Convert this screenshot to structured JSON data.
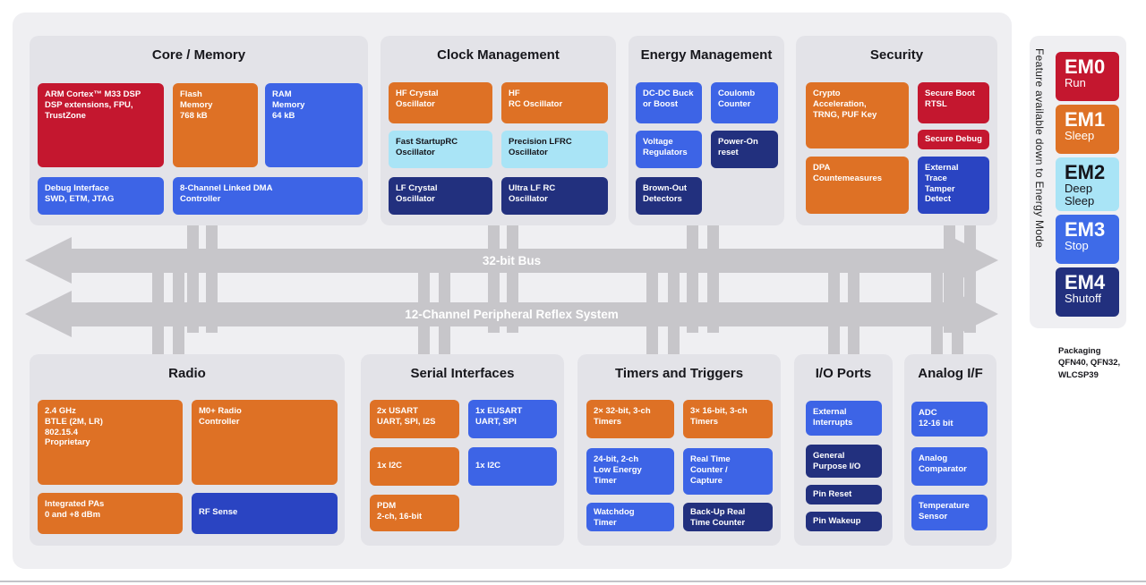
{
  "buses": {
    "bus1_label": "32-bit Bus",
    "bus2_label": "12-Channel Peripheral Reflex System"
  },
  "sections": {
    "core": {
      "title": "Core / Memory",
      "blocks": {
        "arm": "ARM Cortex™ M33 DSP\nDSP extensions, FPU,\nTrustZone",
        "flash": "Flash\nMemory\n768 kB",
        "ram": "RAM\nMemory\n64 kB",
        "debug": "Debug Interface\nSWD, ETM, JTAG",
        "dma": "8-Channel Linked DMA\nController"
      }
    },
    "clock": {
      "title": "Clock Management",
      "blocks": {
        "hfxo": "HF Crystal\nOscillator",
        "hfrco": "HF\nRC Oscillator",
        "fsrco": "Fast StartupRC\nOscillator",
        "plfrco": "Precision LFRC\nOscillator",
        "lfxo": "LF Crystal\nOscillator",
        "ulfrco": "Ultra LF RC\nOscillator"
      }
    },
    "energy": {
      "title": "Energy Management",
      "blocks": {
        "dcdc": "DC-DC Buck\nor Boost",
        "coulomb": "Coulomb\nCounter",
        "vreg": "Voltage\nRegulators",
        "por": "Power-On\nreset",
        "bod": "Brown-Out\nDetectors"
      }
    },
    "security": {
      "title": "Security",
      "blocks": {
        "crypto": "Crypto\nAcceleration,\nTRNG, PUF Key",
        "dpa": "DPA\nCountemeasures",
        "secboot": "Secure Boot\nRTSL",
        "secdebug": "Secure Debug",
        "trace": "External Trace\nTamper Detect"
      }
    },
    "radio": {
      "title": "Radio",
      "blocks": {
        "protocols": "2.4 GHz\nBTLE (2M, LR)\n802.15.4\nProprietary",
        "m0": "M0+ Radio\nController",
        "pa": "Integrated PAs\n0 and +8 dBm",
        "rfsense": "RF Sense"
      }
    },
    "serial": {
      "title": "Serial Interfaces",
      "blocks": {
        "usart": "2x USART\nUART, SPI, I2S",
        "eusart": "1x EUSART\nUART, SPI",
        "i2c1": "1x I2C",
        "i2c2": "1x I2C",
        "pdm": "PDM\n2-ch, 16-bit"
      }
    },
    "timers": {
      "title": "Timers and Triggers",
      "blocks": {
        "t32": "2× 32-bit, 3-ch\nTimers",
        "t16": "3× 16-bit, 3-ch\nTimers",
        "letimer": "24-bit, 2-ch\nLow Energy\nTimer",
        "rtcc": "Real Time\nCounter /\nCapture",
        "wdog": "Watchdog\nTimer",
        "burtc": "Back-Up Real\nTime Counter"
      }
    },
    "io": {
      "title": "I/O Ports",
      "blocks": {
        "extint": "External\nInterrupts",
        "gpio": "General\nPurpose I/O",
        "pinreset": "Pin Reset",
        "pinwake": "Pin Wakeup"
      }
    },
    "analog": {
      "title": "Analog I/F",
      "blocks": {
        "adc": "ADC\n12-16 bit",
        "comp": "Analog\nComparator",
        "temp": "Temperature\nSensor"
      }
    }
  },
  "energy_modes": {
    "strip_label": "Feature available down to Energy Mode",
    "items": [
      {
        "name": "EM0",
        "sub": "Run"
      },
      {
        "name": "EM1",
        "sub": "Sleep"
      },
      {
        "name": "EM2",
        "sub": "Deep\nSleep"
      },
      {
        "name": "EM3",
        "sub": "Stop"
      },
      {
        "name": "EM4",
        "sub": "Shutoff"
      }
    ]
  },
  "packaging": {
    "text": "Packaging\nQFN40, QFN32,\nWLCSP39"
  },
  "colors": {
    "red": "#C4172F",
    "orange": "#DE7125",
    "blue": "#3D64E6",
    "navy": "#22307E",
    "royal": "#2A44C2",
    "lightblue": "#A9E4F6",
    "bus_gray": "#C7C6CA",
    "section_bg": "#E3E3E8",
    "panel_bg": "#EFEFF2"
  }
}
